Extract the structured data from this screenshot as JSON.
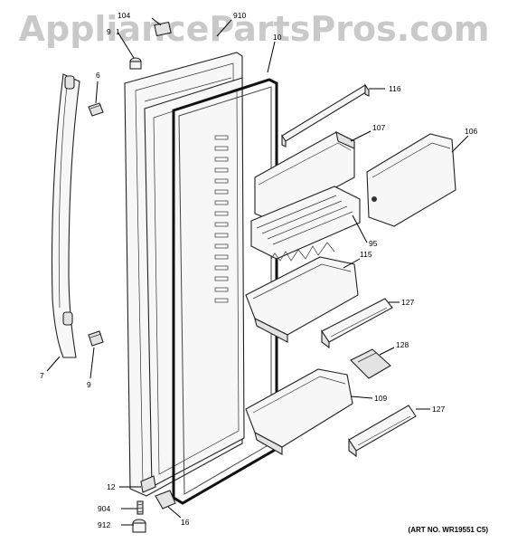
{
  "watermark": "AppliancePartsPros.com",
  "art_number": "(ART NO. WR19551 C5)",
  "callouts": {
    "c104": "104",
    "c910": "910",
    "c9_1": "9",
    "c1": "1",
    "c10": "10",
    "c6": "6",
    "c116": "116",
    "c107": "107",
    "c106": "106",
    "c95": "95",
    "c115": "115",
    "c127a": "127",
    "c128": "128",
    "c109": "109",
    "c127b": "127",
    "c7": "7",
    "c9_2": "9",
    "c12": "12",
    "c904": "904",
    "c912": "912",
    "c16": "16"
  }
}
